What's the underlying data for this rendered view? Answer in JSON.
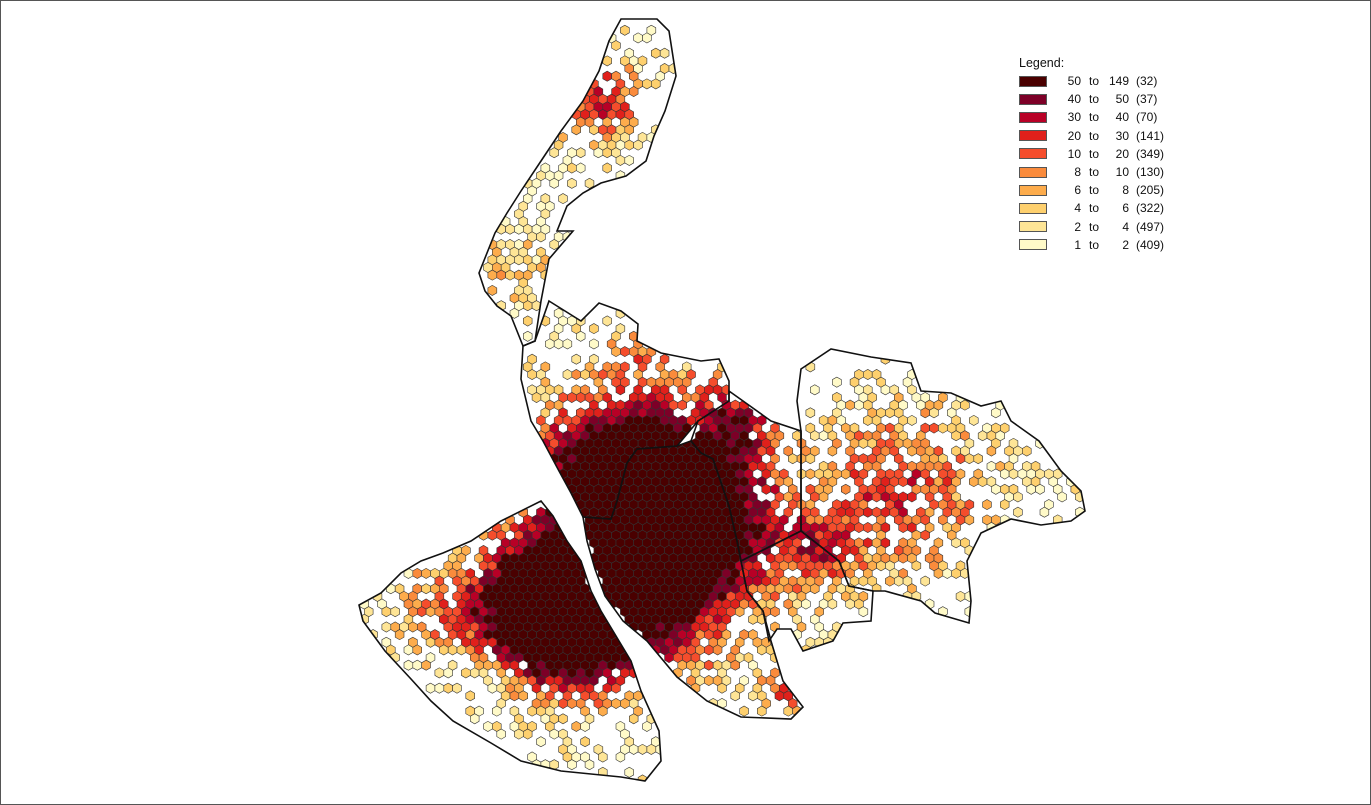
{
  "legend": {
    "title": "Legend:",
    "to_word": "to",
    "classes": [
      {
        "lo": "50",
        "hi": "149",
        "count": "(32)",
        "color": "#4a0000"
      },
      {
        "lo": "40",
        "hi": "50",
        "count": "(37)",
        "color": "#7d0027"
      },
      {
        "lo": "30",
        "hi": "40",
        "count": "(70)",
        "color": "#b80026"
      },
      {
        "lo": "20",
        "hi": "30",
        "count": "(141)",
        "color": "#e0201b"
      },
      {
        "lo": "10",
        "hi": "20",
        "count": "(349)",
        "color": "#f54d2c"
      },
      {
        "lo": "8",
        "hi": "10",
        "count": "(130)",
        "color": "#fa8b3c"
      },
      {
        "lo": "6",
        "hi": "8",
        "count": "(205)",
        "color": "#fdac4c"
      },
      {
        "lo": "4",
        "hi": "6",
        "count": "(322)",
        "color": "#fed06e"
      },
      {
        "lo": "2",
        "hi": "4",
        "count": "(497)",
        "color": "#fee596"
      },
      {
        "lo": "1",
        "hi": "2",
        "count": "(409)",
        "color": "#fffac8"
      }
    ]
  },
  "map": {
    "outline_color": "#111111",
    "hex_stroke_color": "#333333"
  }
}
